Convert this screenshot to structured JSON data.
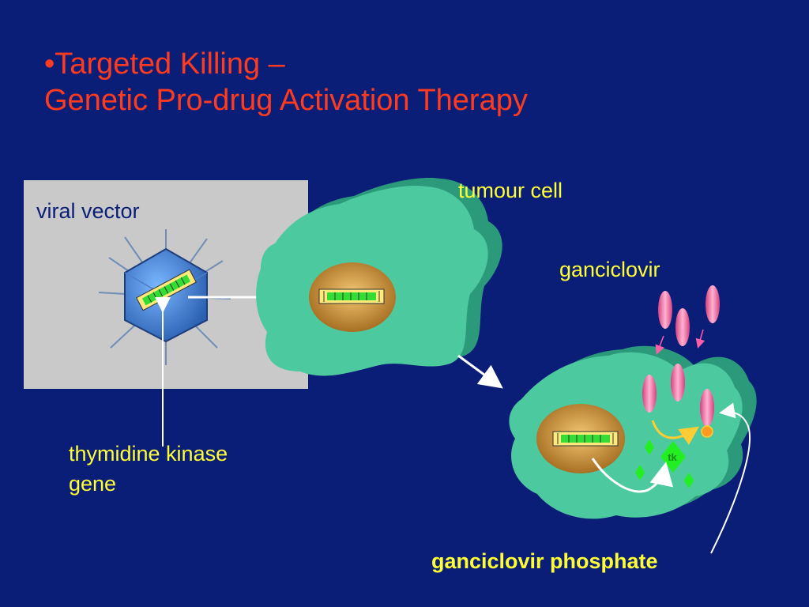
{
  "slide": {
    "title_line1": "•Targeted Killing –",
    "title_line2": "Genetic Pro-drug Activation Therapy"
  },
  "labels": {
    "viral_vector": "viral vector",
    "tumour_cell": "tumour cell",
    "ganciclovir": "ganciclovir",
    "tk_gene_line1": "thymidine kinase",
    "tk_gene_line2": "gene",
    "ganciclovir_phosphate": "ganciclovir phosphate",
    "tk": "tk"
  },
  "colors": {
    "background": "#0a1e78",
    "title": "#ff3b1f",
    "label": "#ffff33",
    "cell": "#4dc9a0",
    "nucleus": "#d8a44a",
    "drug": "#f06fa8",
    "enzyme": "#22ee22"
  },
  "icons": [
    "virus-icon",
    "dna-icon",
    "tumour-cell-icon",
    "nucleus-icon",
    "drug-molecule-icon",
    "tk-enzyme-icon",
    "arrow-icon"
  ]
}
